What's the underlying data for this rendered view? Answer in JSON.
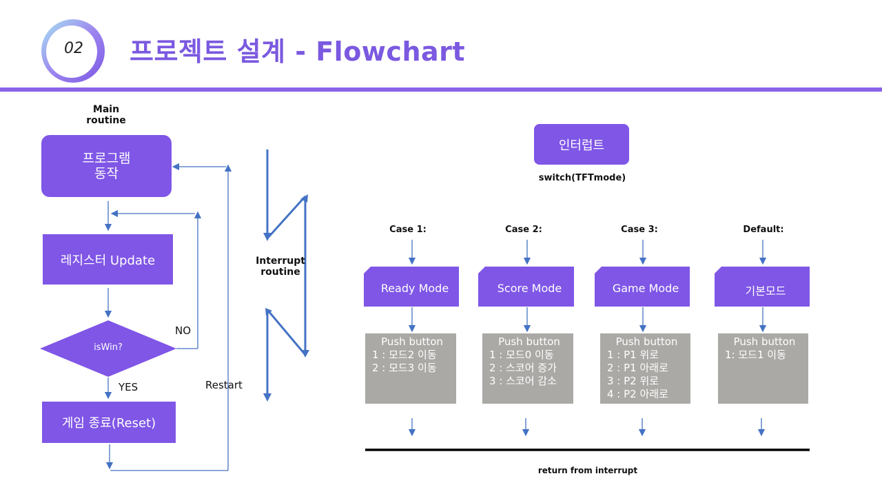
{
  "header": {
    "number": "02",
    "title": "프로젝트 설계 - Flowchart"
  },
  "main_routine": {
    "label": "Main\nroutine",
    "start": "프로그램\n동작",
    "update": "레지스터 Update",
    "decision": "isWin?",
    "no_label": "NO",
    "yes_label": "YES",
    "end": "게임 종료(Reset)",
    "restart_label": "Restart"
  },
  "interrupt_label": "Interrupt\nroutine",
  "interrupt": {
    "title": "인터럽트",
    "switch_label": "switch(TFTmode)",
    "cases": [
      {
        "case": "Case 1:",
        "mode": "Ready Mode",
        "button_title": "Push button",
        "lines": [
          "1 : 모드2 이동",
          "2 : 모드3 이동"
        ]
      },
      {
        "case": "Case 2:",
        "mode": "Score Mode",
        "button_title": "Push button",
        "lines": [
          "1 : 모드0 이동",
          "2 : 스코어 증가",
          "3 : 스코어 감소"
        ]
      },
      {
        "case": "Case 3:",
        "mode": "Game Mode",
        "button_title": "Push button",
        "lines": [
          "1 : P1 위로",
          "2 : P1 아래로",
          "3 : P2 위로",
          "4 : P2 아래로"
        ]
      },
      {
        "case": "Default:",
        "mode": "기본모드",
        "button_title": "Push button",
        "lines": [
          "1: 모드1 이동"
        ]
      }
    ],
    "return_label": "return from interrupt"
  },
  "colors": {
    "accent": "#7f56e6",
    "arrow": "#4472c4",
    "gray_box": "#aba9a6"
  }
}
